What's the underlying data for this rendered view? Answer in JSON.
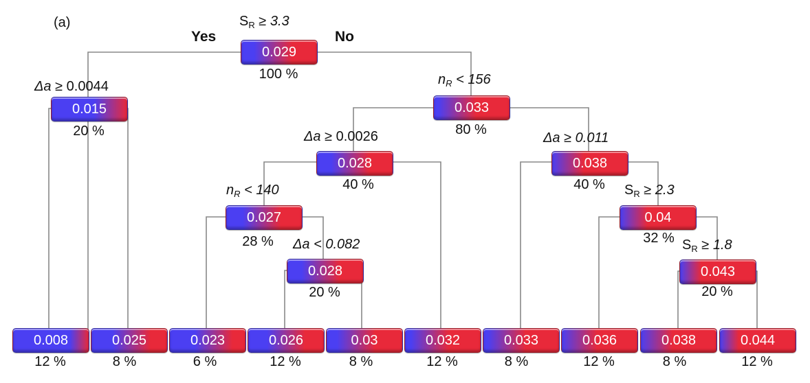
{
  "panel_label": "(a)",
  "branch_labels": {
    "yes": "Yes",
    "no": "No"
  },
  "colors": {
    "low": "#4b3ff2",
    "high": "#e8293a",
    "edge": "#888888"
  },
  "root": {
    "condition_var": "S",
    "condition_sub": "R",
    "condition_op": " ≥ ",
    "condition_val": "3.3",
    "value": "0.029",
    "percent": "100 %"
  },
  "left": {
    "condition_var": "Δa",
    "condition_op": " ≥ ",
    "condition_val": "0.0044",
    "value": "0.015",
    "percent": "20 %"
  },
  "right": {
    "condition_var": "n",
    "condition_sub": "R",
    "condition_op": " < ",
    "condition_val": "156",
    "value": "0.033",
    "percent": "80 %"
  },
  "rl": {
    "condition_var": "Δa",
    "condition_op": " ≥ ",
    "condition_val": "0.0026",
    "value": "0.028",
    "percent": "40 %"
  },
  "rr": {
    "condition_var": "Δa",
    "condition_op": " ≥ ",
    "condition_val": "0.011",
    "value": "0.038",
    "percent": "40 %"
  },
  "rll": {
    "condition_var": "n",
    "condition_sub": "R",
    "condition_op": " < ",
    "condition_val": "140",
    "value": "0.027",
    "percent": "28 %"
  },
  "rllr": {
    "condition_var": "Δa",
    "condition_op": " < ",
    "condition_val": "0.082",
    "value": "0.028",
    "percent": "20 %"
  },
  "rrr": {
    "condition_var": "S",
    "condition_sub": "R",
    "condition_op": " ≥ ",
    "condition_val": "2.3",
    "value": "0.04",
    "percent": "32 %"
  },
  "rrrr": {
    "condition_var": "S",
    "condition_sub": "R",
    "condition_op": " ≥ ",
    "condition_val": "1.8",
    "value": "0.043",
    "percent": "20 %"
  },
  "leaves": [
    {
      "value": "0.008",
      "percent": "12 %"
    },
    {
      "value": "0.025",
      "percent": "8 %"
    },
    {
      "value": "0.023",
      "percent": "6 %"
    },
    {
      "value": "0.026",
      "percent": "12 %"
    },
    {
      "value": "0.03",
      "percent": "8 %"
    },
    {
      "value": "0.032",
      "percent": "12 %"
    },
    {
      "value": "0.033",
      "percent": "8 %"
    },
    {
      "value": "0.036",
      "percent": "12 %"
    },
    {
      "value": "0.038",
      "percent": "8 %"
    },
    {
      "value": "0.044",
      "percent": "12 %"
    }
  ]
}
